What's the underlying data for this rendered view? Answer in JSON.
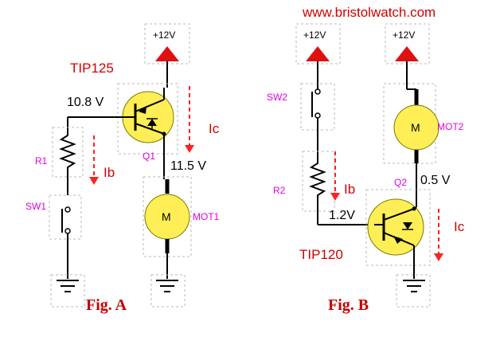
{
  "site": "www.bristolwatch.com",
  "fig_a": {
    "caption": "Fig. A",
    "transistor_type": "TIP125",
    "transistor_ref": "Q1",
    "supply": "+12V",
    "base_voltage": "10.8 V",
    "collector_voltage": "11.5 V",
    "resistor": "R1",
    "switch": "SW1",
    "motor": "MOT1",
    "motor_symbol": "M",
    "ib_label": "Ib",
    "ic_label": "Ic"
  },
  "fig_b": {
    "caption": "Fig. B",
    "transistor_type": "TIP120",
    "transistor_ref": "Q2",
    "supply_sw": "+12V",
    "supply_motor": "+12V",
    "base_voltage": "1.2V",
    "collector_voltage": "0.5 V",
    "resistor": "R2",
    "switch": "SW2",
    "motor": "MOT2",
    "motor_symbol": "M",
    "ib_label": "Ib",
    "ic_label": "Ic"
  },
  "colors": {
    "wire": "#000000",
    "transistor_fill": "#ffee55",
    "motor_fill": "#ffee55",
    "supply_triangle": "#e01010",
    "current_arrow": "#ff2020",
    "component_label": "#e000e0",
    "caption": "#c40000",
    "dashed_box": "#b8b8b8"
  }
}
